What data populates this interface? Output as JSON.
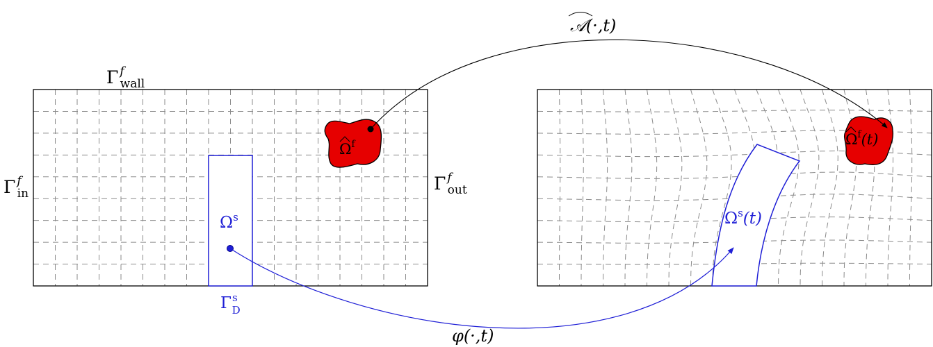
{
  "labels": {
    "gamma": "Γ",
    "wall_sup": "f",
    "wall_sub": "wall",
    "in_sup": "f",
    "in_sub": "in",
    "out_sup": "f",
    "out_sub": "out",
    "omega_s": "Ω",
    "omega_s_sup": "s",
    "omega_f_hat": "Ω",
    "omega_f_hat_sup": "f",
    "omega_s_t": "Ω",
    "omega_s_t_sup": "s",
    "omega_s_t_arg": "(t)",
    "omega_f_t": "Ω",
    "omega_f_t_sup": "f",
    "omega_f_t_arg": "(t)",
    "gamma_d_sup": "s",
    "gamma_d_sub": "D",
    "map_a": "𝒜",
    "map_a_args": "(·,t)",
    "map_phi": "φ",
    "map_phi_args": "(·,t)"
  },
  "colors": {
    "solid": "#1f1fd6",
    "fluid_blob": "#e00000",
    "grid": "#8a8a8a",
    "frame": "#000000"
  }
}
